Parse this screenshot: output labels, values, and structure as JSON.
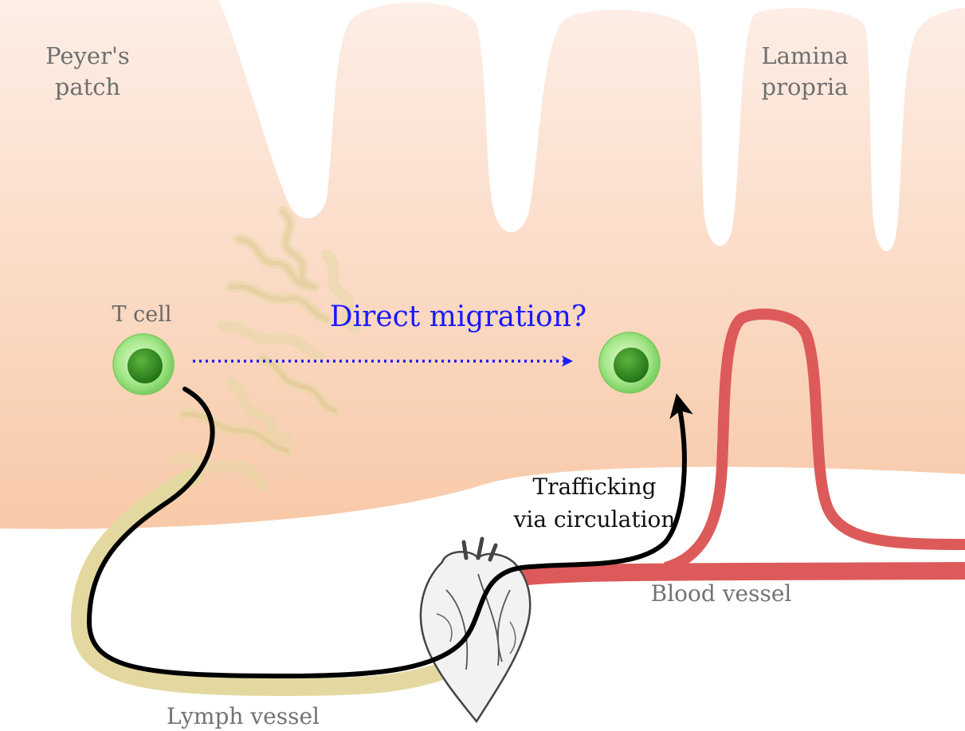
{
  "labels": {
    "peyers_patch": [
      "Peyer's",
      "patch"
    ],
    "lamina_propria": [
      "Lamina",
      "propria"
    ],
    "t_cell": "T cell",
    "direct_migration": "Direct migration?",
    "trafficking": [
      "Trafficking",
      "via circulation"
    ],
    "blood_vessel": "Blood vessel",
    "lymph_vessel": "Lymph vessel"
  },
  "colors": {
    "tissue_top": "#fde8dc",
    "tissue_bottom": "#f8c9a8",
    "lymph_vessel": "#e3d9a0",
    "blood_vessel": "#dd5a5a",
    "t_cell_outer": "#93e07a",
    "t_cell_nucleus": "#2f8a1e",
    "route_arrow": "#000000",
    "question_arrow": "#1a1aff"
  },
  "icons": [
    "t-cell-icon",
    "heart-icon",
    "lymphatic-network-icon"
  ]
}
